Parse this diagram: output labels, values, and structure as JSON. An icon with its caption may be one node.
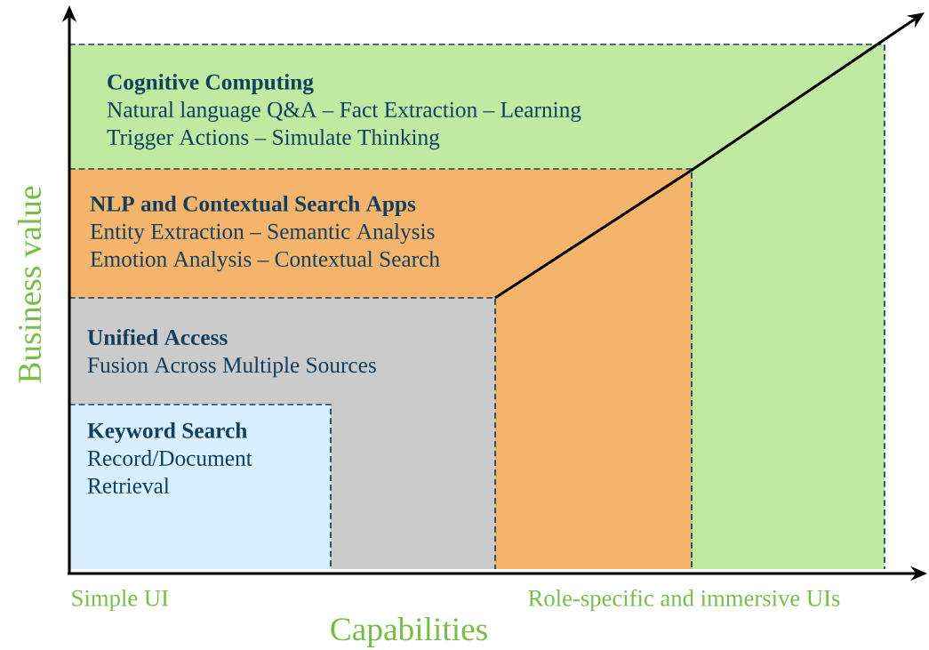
{
  "diagram": {
    "nodes": [
      {
        "text": [
          "Cognitive Computing",
          "Natural language Q&A – Fact Extraction – Learning Trigger Actions – Simulate Thinking"
        ]
      },
      {
        "text": [
          "NLP and Contextual Search Apps",
          "Entity Extraction – Semantic Analysis Emotion Analysis – Contextual Search"
        ],
        "in": 0
      },
      {
        "text": [
          "Unified Access",
          "Fusion Across Multiple Sources"
        ],
        "in": 1
      },
      {
        "text": [
          "Keyword Search",
          "Record/Document Retrieval"
        ],
        "in": 2
      }
    ],
    "labels": [
      "Business value",
      "Simple UI",
      "Role-specific and immersive UIs",
      "Capabilities"
    ]
  }
}
